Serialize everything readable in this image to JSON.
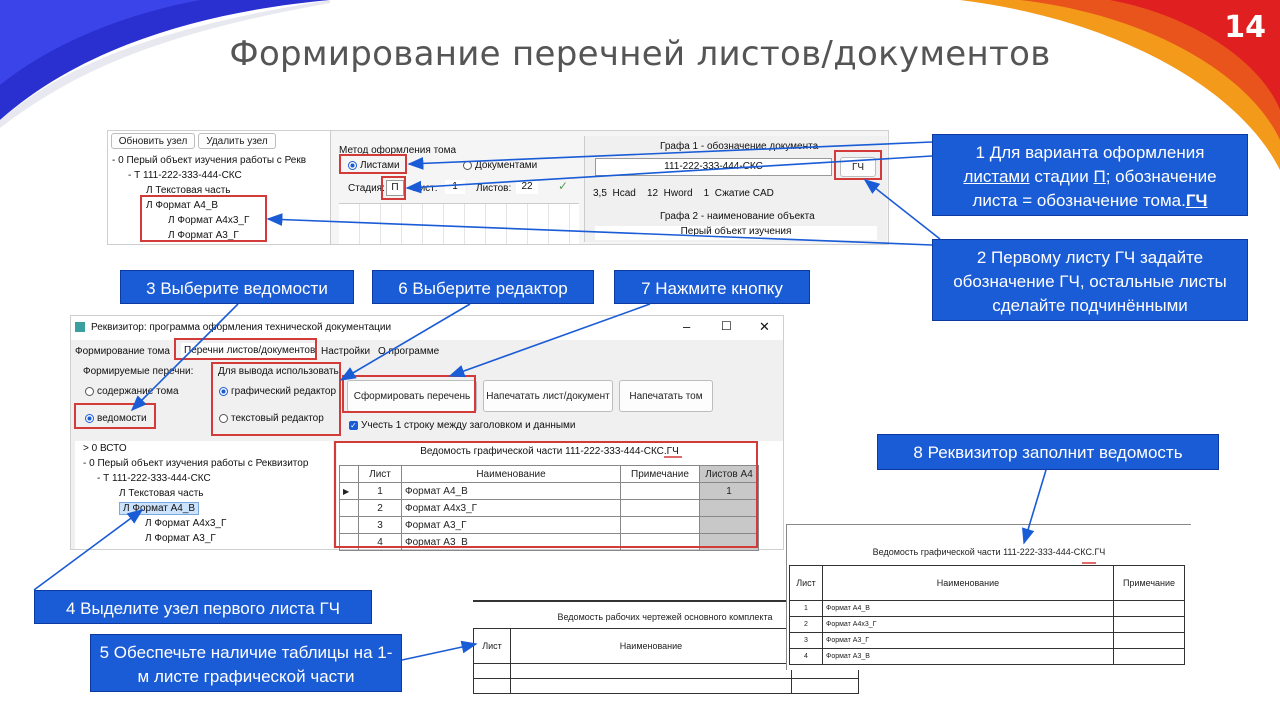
{
  "slide": {
    "title": "Формирование перечней листов/документов",
    "page_number": "14"
  },
  "callouts": {
    "c1_line1": "1 Для варианта оформления",
    "c1_listami": "листами",
    "c1_mid": " стадии ",
    "c1_p": "П",
    "c1_rest": "; обозначение листа = обозначение тома.",
    "c1_gch": "ГЧ",
    "c2": "2 Первому листу ГЧ задайте обозначение ГЧ, остальные листы сделайте подчинёнными",
    "c3": "3 Выберите ведомости",
    "c4": "4 Выделите узел первого листа ГЧ",
    "c5": "5 Обеспечьте наличие таблицы на 1-м листе графической части",
    "c6": "6 Выберите редактор",
    "c7": "7 Нажмите кнопку",
    "c8": "8 Реквизитор заполнит ведомость"
  },
  "top_shot": {
    "btn_update": "Обновить узел",
    "btn_delete": "Удалить узел",
    "tree": [
      "- 0  Перый объект изучения работы с Рекв",
      "- Т  111-222-333-444-СКС",
      "Л  Текстовая часть",
      "Л  Формат А4_В",
      "Л  Формат А4х3_Г",
      "Л  Формат А3_Г"
    ],
    "method_label": "Метод оформления тома",
    "opt_sheets": "Листами",
    "opt_docs": "Документами",
    "stage_label": "Стадия:",
    "stage_value": "П",
    "sheet_label": "Лист:",
    "sheet_value": "1",
    "sheets_label": "Листов:",
    "sheets_value": "22",
    "graf1_label": "Графа 1 - обозначение документа",
    "graf1_value": "111-222-333-444-СКС",
    "gch_button": "ГЧ",
    "hcad_val": "3,5",
    "hcad_label": "Hcad",
    "hword_val": "12",
    "hword_label": "Hword",
    "compress_val": "1",
    "compress_label": "Сжатие CAD",
    "graf2_label": "Графа 2 - наименование объекта",
    "graf2_value": "Перый объект изучения"
  },
  "main_window": {
    "title": "Реквизитор: программа оформления технической документации",
    "menu": [
      "Формирование тома",
      "Перечни листов/документов",
      "Настройки",
      "О программе"
    ],
    "lists_group": "Формируемые перечни:",
    "opt_contents": "содержание тома",
    "opt_statements": "ведомости",
    "output_group": "Для вывода использовать:",
    "opt_graphic": "графический редактор",
    "opt_text": "текстовый редактор",
    "btn_generate": "Сформировать перечень",
    "btn_print_sheet": "Напечатать лист/документ",
    "btn_print_volume": "Напечатать том",
    "chk_gap": "Учесть 1 строку между заголовком и данными",
    "tree": [
      "> 0  ВСТО",
      "- 0  Перый объект изучения работы с Реквизитор",
      "- Т  111-222-333-444-СКС",
      "Л  Текстовая часть",
      "Л  Формат А4_В",
      "Л  Формат А4х3_Г",
      "Л  Формат А3_Г"
    ],
    "table_caption": "Ведомость графической части 111-222-333-444-СКС.ГЧ",
    "columns": [
      "Лист",
      "Наименование",
      "Примечание",
      "Листов А4"
    ],
    "rows": [
      {
        "n": "1",
        "name": "Формат А4_В",
        "note": "",
        "a4": "1"
      },
      {
        "n": "2",
        "name": "Формат А4х3_Г",
        "note": "",
        "a4": ""
      },
      {
        "n": "3",
        "name": "Формат А3_Г",
        "note": "",
        "a4": ""
      },
      {
        "n": "4",
        "name": "Формат А3_В",
        "note": "",
        "a4": ""
      }
    ]
  },
  "doc_left": {
    "caption": "Ведомость рабочих чертежей основного комплекта",
    "col_sheet": "Лист",
    "col_name": "Наименование"
  },
  "doc_right": {
    "caption": "Ведомость графической части 111-222-333-444-СКС.ГЧ",
    "col_sheet": "Лист",
    "col_name": "Наименование",
    "col_note": "Примечание",
    "rows": [
      {
        "n": "1",
        "name": "Формат А4_В"
      },
      {
        "n": "2",
        "name": "Формат А4х3_Г"
      },
      {
        "n": "3",
        "name": "Формат А3_Г"
      },
      {
        "n": "4",
        "name": "Формат А3_В"
      }
    ]
  },
  "colors": {
    "accent": "#1a5bd6",
    "highlight": "#d33a3a",
    "orange": "#f39a1b",
    "red": "#e02020"
  }
}
